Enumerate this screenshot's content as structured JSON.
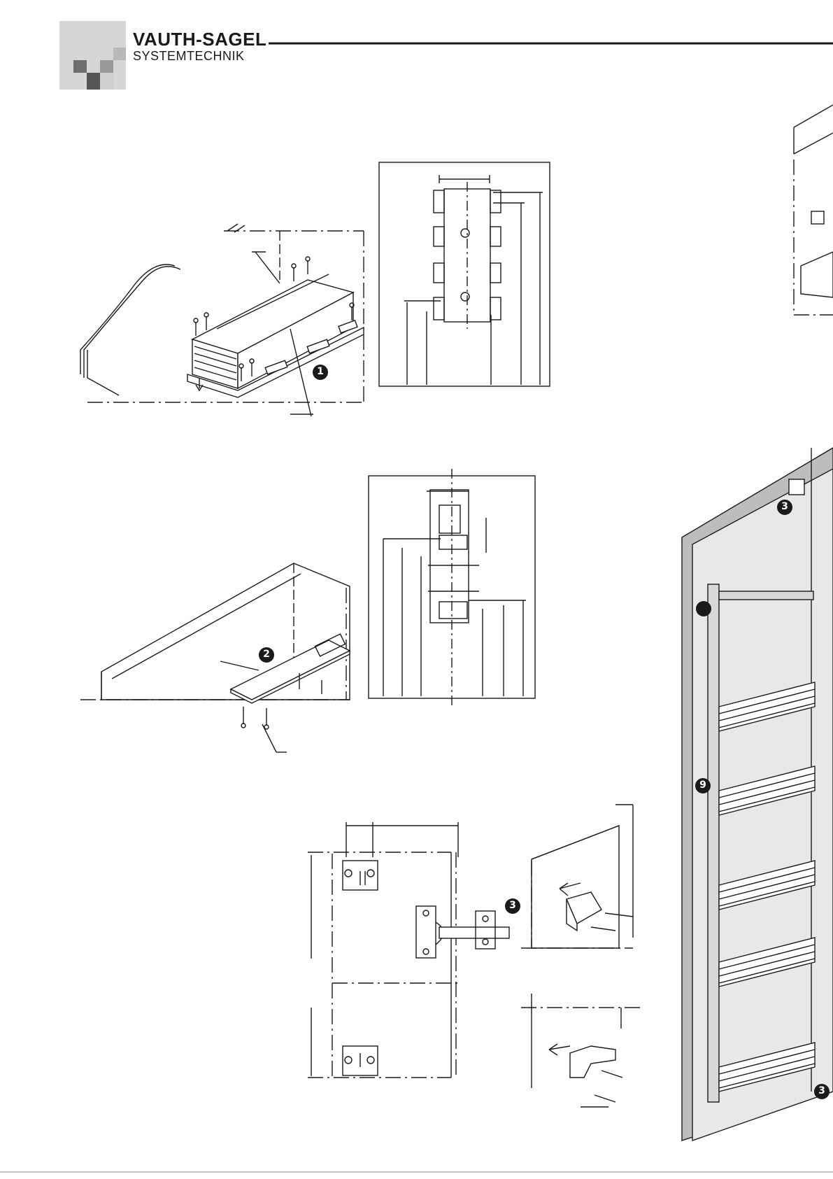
{
  "header": {
    "brand_name": "VAUTH-SAGEL",
    "brand_sub": "SYSTEMTECHNIK"
  },
  "callouts": {
    "one": "1",
    "two": "2",
    "three_a": "3",
    "three_b": "3",
    "three_c": "3",
    "nine": "9"
  },
  "icons": [
    "logo-squares-icon",
    "screw-icon",
    "arrow-icon",
    "dimension-arrow-icon"
  ],
  "colors": {
    "ink": "#1a1a1a",
    "logo_light": "#d4d4d4",
    "logo_mid": "#8a8a8a",
    "logo_dark": "#4a4a4a",
    "panel": "#bdbdbd"
  }
}
